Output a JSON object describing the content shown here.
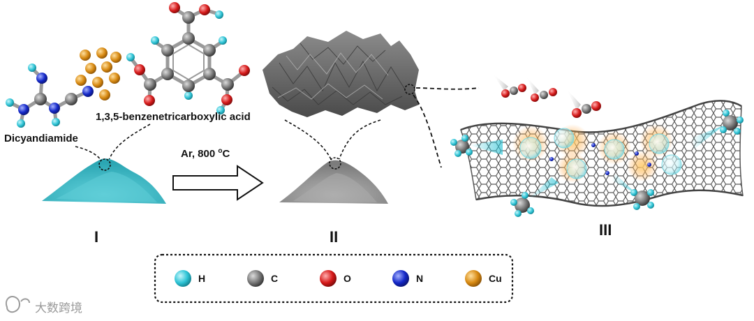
{
  "labels": {
    "molecule_1": "Dicyandiamide",
    "molecule_2": "1,3,5-benzenetricarboxylic acid",
    "condition_prefix": "Ar, 800 ",
    "condition_sup": "o",
    "condition_unit": "C",
    "stage_1": "I",
    "stage_2": "II",
    "stage_3": "III"
  },
  "legend": [
    {
      "symbol": "H",
      "color": "#2ec4d6",
      "icon": "hydrogen-atom-sphere"
    },
    {
      "symbol": "C",
      "color": "#5a5a5a",
      "icon": "carbon-atom-sphere"
    },
    {
      "symbol": "O",
      "color": "#d61a1a",
      "icon": "oxygen-atom-sphere"
    },
    {
      "symbol": "N",
      "color": "#1428c8",
      "icon": "nitrogen-atom-sphere"
    },
    {
      "symbol": "Cu",
      "color": "#d88a12",
      "icon": "copper-atom-sphere"
    }
  ],
  "watermark": "大数跨境",
  "colors": {
    "powder_precursor": "#4fc3cf",
    "powder_product": "#9a9a9a",
    "graphene": "#6e6e6e"
  }
}
